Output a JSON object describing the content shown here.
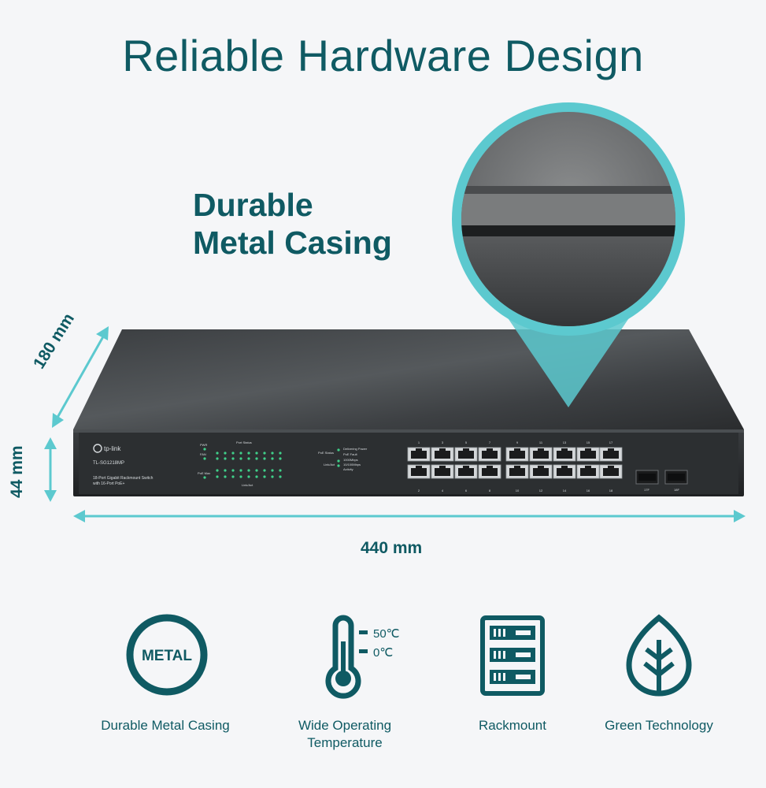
{
  "header": {
    "title": "Reliable Hardware Design"
  },
  "feature": {
    "line1": "Durable",
    "line2": "Metal Casing"
  },
  "dimensions": {
    "depth": "180 mm",
    "height": "44 mm",
    "width": "440 mm"
  },
  "switch": {
    "brand": "tp-link",
    "model": "TL-SG1218MP",
    "description_line1": "18-Port Gigabit Rackmount Switch",
    "description_line2": "with 16-Port PoE+",
    "led_power": "PWR",
    "led_fan": "FAN",
    "led_poe_max": "PoE Max",
    "port_status": "Port Status",
    "link_act": "Link/Act",
    "poe_status_label": "PoE Status",
    "legend_delivering": "Delivering Power",
    "legend_fault": "PoE Fault",
    "legend_1000": "1000Mbps",
    "legend_10100": "10/100Mbps",
    "legend_activity": "Activity",
    "top_port_numbers": [
      "1",
      "3",
      "5",
      "7",
      "9",
      "11",
      "13",
      "15",
      "17"
    ],
    "bottom_port_numbers": [
      "2",
      "4",
      "6",
      "8",
      "10",
      "12",
      "14",
      "16",
      "18"
    ],
    "sfp_labels": [
      "17F",
      "18F"
    ]
  },
  "features": [
    {
      "icon": "metal-icon",
      "icon_text": "METAL",
      "label": "Durable Metal Casing"
    },
    {
      "icon": "thermometer-icon",
      "temp_high": "50℃",
      "temp_low": "0℃",
      "label_line1": "Wide Operating",
      "label_line2": "Temperature"
    },
    {
      "icon": "rackmount-icon",
      "label": "Rackmount"
    },
    {
      "icon": "leaf-icon",
      "label": "Green Technology"
    }
  ],
  "colors": {
    "brand_teal": "#0f5a63",
    "accent_cyan": "#5cc9cf",
    "switch_body": "#2e3133"
  }
}
